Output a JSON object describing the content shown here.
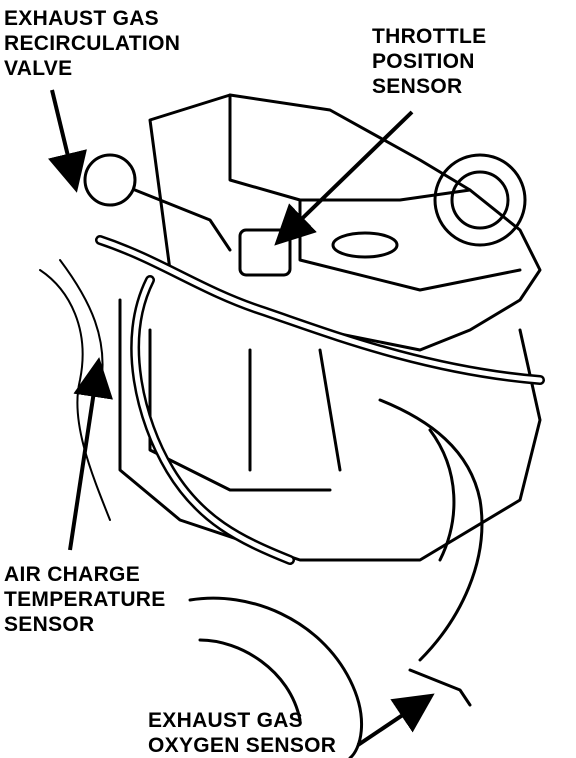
{
  "labels": {
    "egr_valve": [
      "EXHAUST GAS",
      "RECIRCULATION",
      "VALVE"
    ],
    "throttle_position_sensor": [
      "THROTTLE",
      "POSITION",
      "SENSOR"
    ],
    "air_charge_temperature_sensor": [
      "AIR CHARGE",
      "TEMPERATURE",
      "SENSOR"
    ],
    "exhaust_gas_oxygen_sensor": [
      "EXHAUST GAS",
      "OXYGEN SENSOR"
    ]
  },
  "colors": {
    "ink": "#000000",
    "paper": "#ffffff"
  }
}
